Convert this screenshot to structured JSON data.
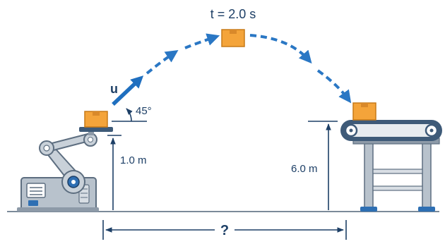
{
  "labels": {
    "time": "t = 2.0 s",
    "velocity": "u",
    "angle": "45°",
    "launch_height": "1.0 m",
    "landing_height": "6.0 m",
    "distance": "?"
  },
  "colors": {
    "ink": "#1d3f66",
    "arrow_blue": "#1f6fbf",
    "trajectory": "#2a77c4",
    "box_orange": "#f4a43a",
    "box_edge": "#c77a18",
    "robot_grey": "#b8c2cc",
    "robot_dark": "#5d6e80",
    "robot_blue": "#2e6fb3",
    "conveyor_belt": "#3e5a78",
    "ground": "#7b8a99"
  }
}
